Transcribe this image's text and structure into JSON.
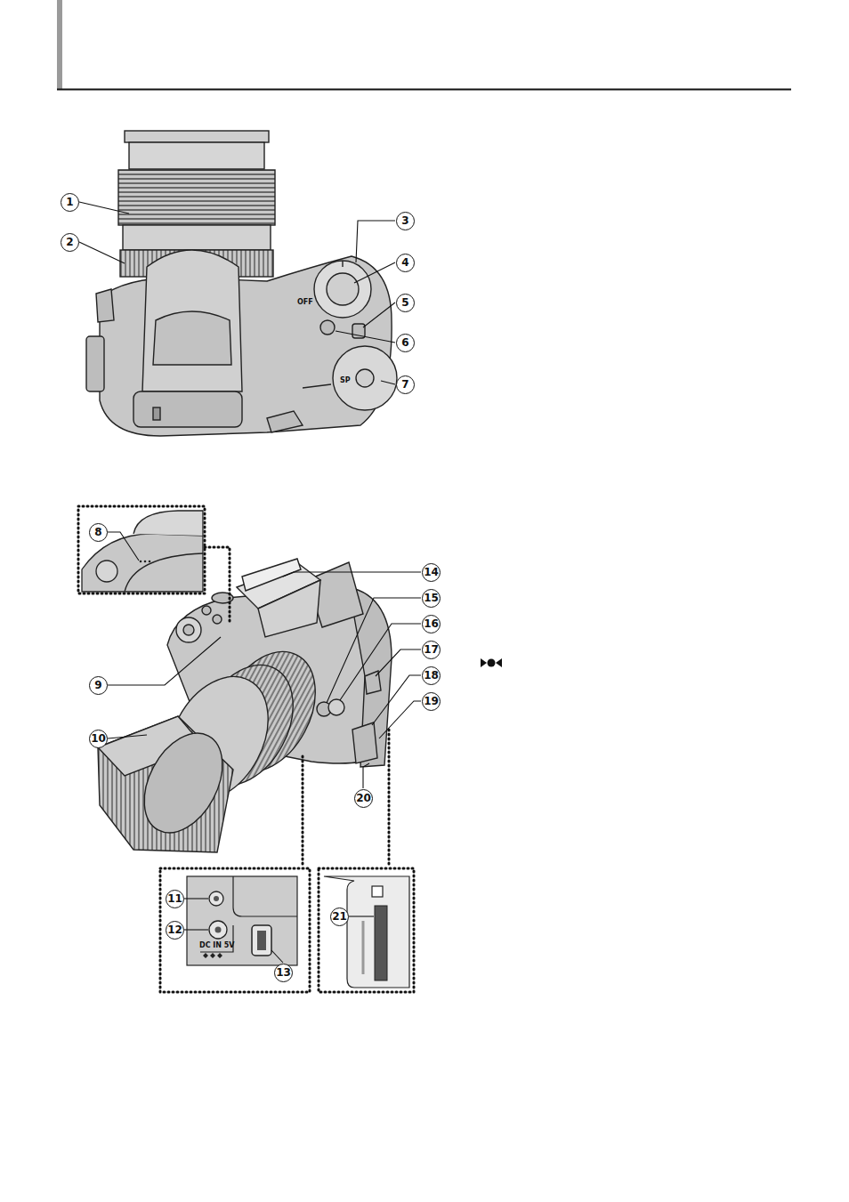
{
  "diagram": {
    "labels": [
      "1",
      "2",
      "3",
      "4",
      "OFF",
      "5",
      "6",
      "SP",
      "7",
      "8",
      "14",
      "15",
      "16",
      "9",
      "17",
      "18",
      "19",
      "10",
      "20",
      "11",
      "12",
      "DC IN 5V",
      "13",
      "21"
    ]
  }
}
